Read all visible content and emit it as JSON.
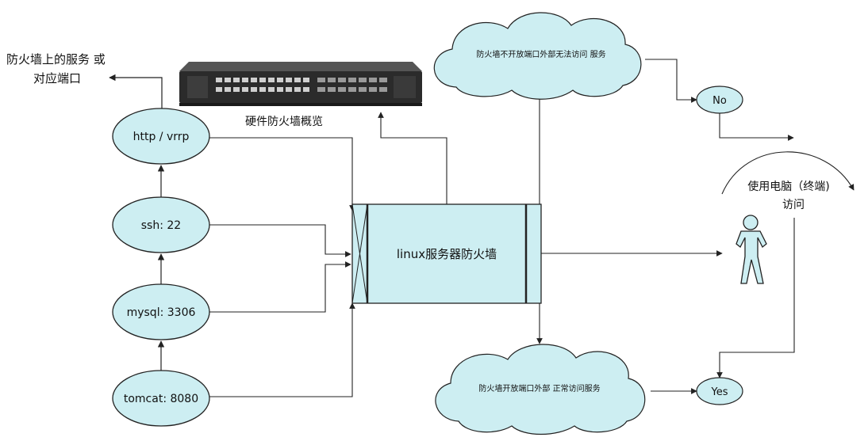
{
  "top_left_label": {
    "line1": "防火墙上的服务 或",
    "line2": "对应端口"
  },
  "hardware_label": "硬件防火墙概览",
  "services": [
    {
      "label": "http / vrrp"
    },
    {
      "label": "ssh: 22"
    },
    {
      "label": "mysql:  3306"
    },
    {
      "label": "tomcat: 8080"
    }
  ],
  "firewall_box_label": "linux服务器防火墙",
  "cloud_closed": "防火墙不开放端口外部无法访问 服务",
  "cloud_open": "防火墙开放端口外部  正常访问服务",
  "result_no": "No",
  "result_yes": "Yes",
  "terminal_label": {
    "line1": "使用电脑（终端)",
    "line2": "访问"
  },
  "colors": {
    "node_fill": "#cdeef2",
    "stroke": "#222222",
    "device_body": "#2b2b2b"
  }
}
